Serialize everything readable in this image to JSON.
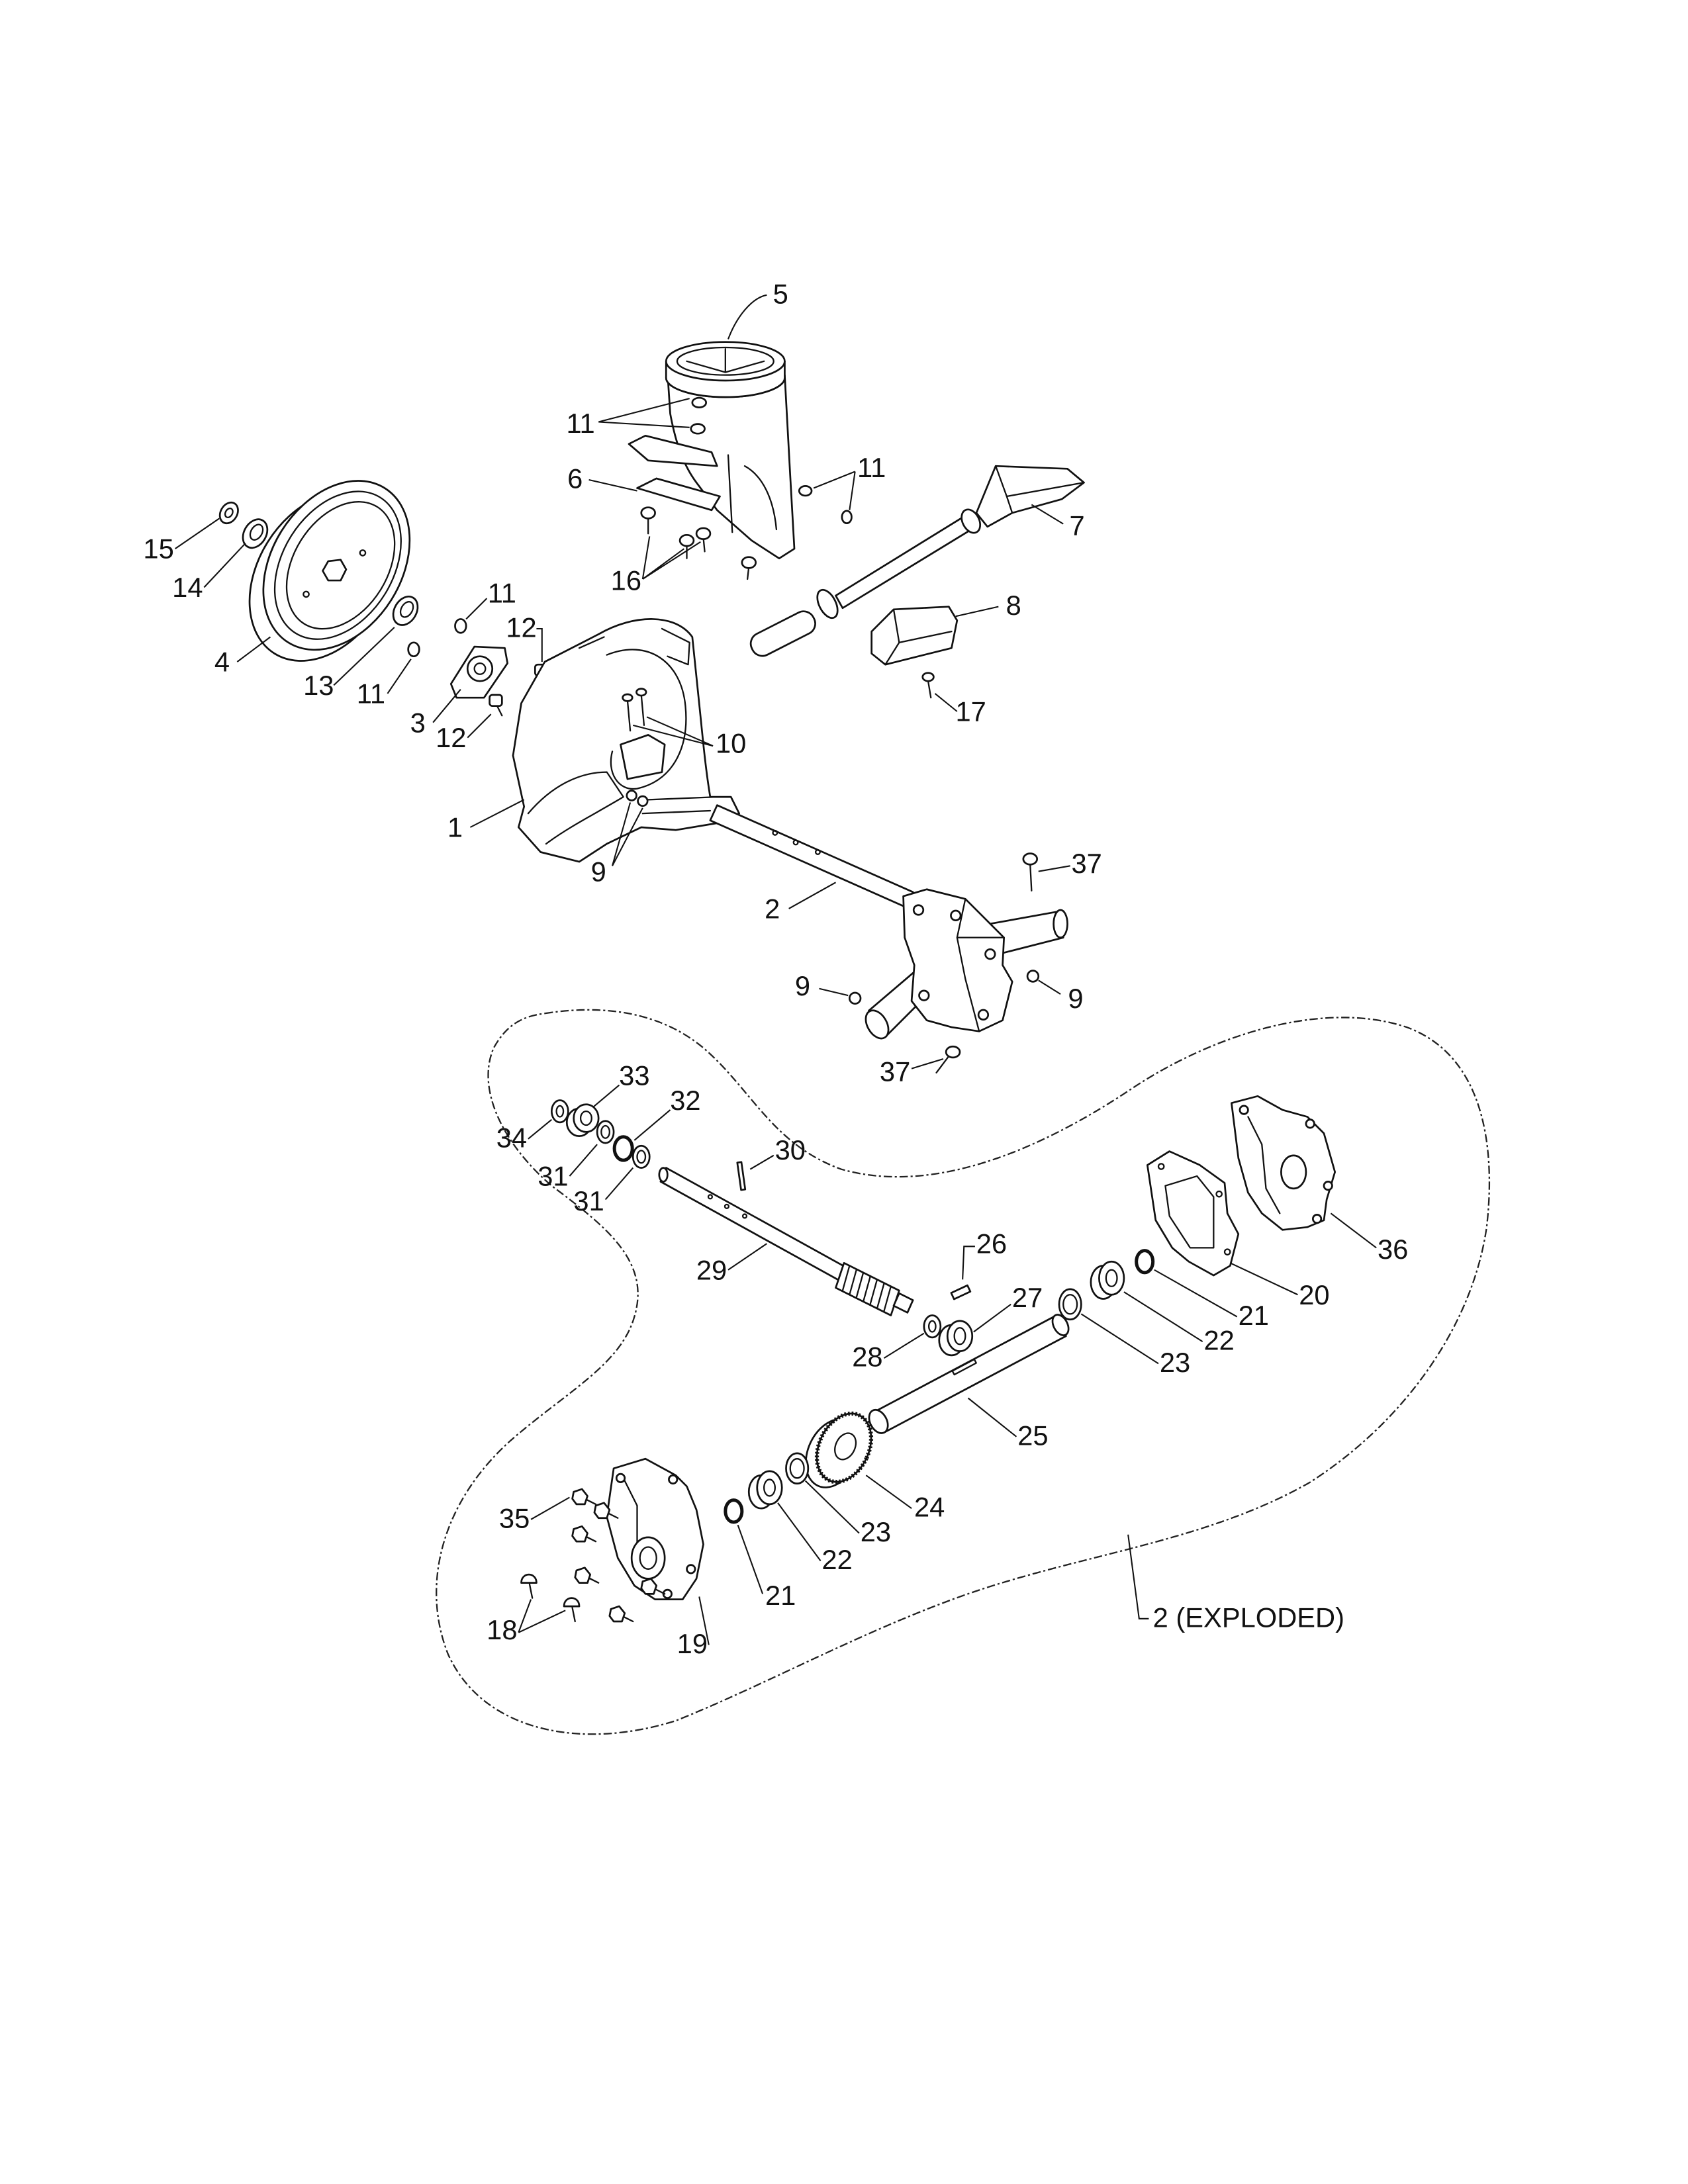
{
  "callouts": [
    "5",
    "11",
    "6",
    "11",
    "7",
    "15",
    "14",
    "16",
    "8",
    "11",
    "12",
    "4",
    "13",
    "11",
    "17",
    "3",
    "12",
    "10",
    "1",
    "9",
    "37",
    "2",
    "9",
    "9",
    "37",
    "33",
    "32",
    "34",
    "30",
    "31",
    "31",
    "26",
    "36",
    "29",
    "27",
    "20",
    "21",
    "22",
    "28",
    "23",
    "25",
    "24",
    "35",
    "23",
    "22",
    "21",
    "18",
    "19"
  ],
  "exploded_label": "2 (EXPLODED)"
}
